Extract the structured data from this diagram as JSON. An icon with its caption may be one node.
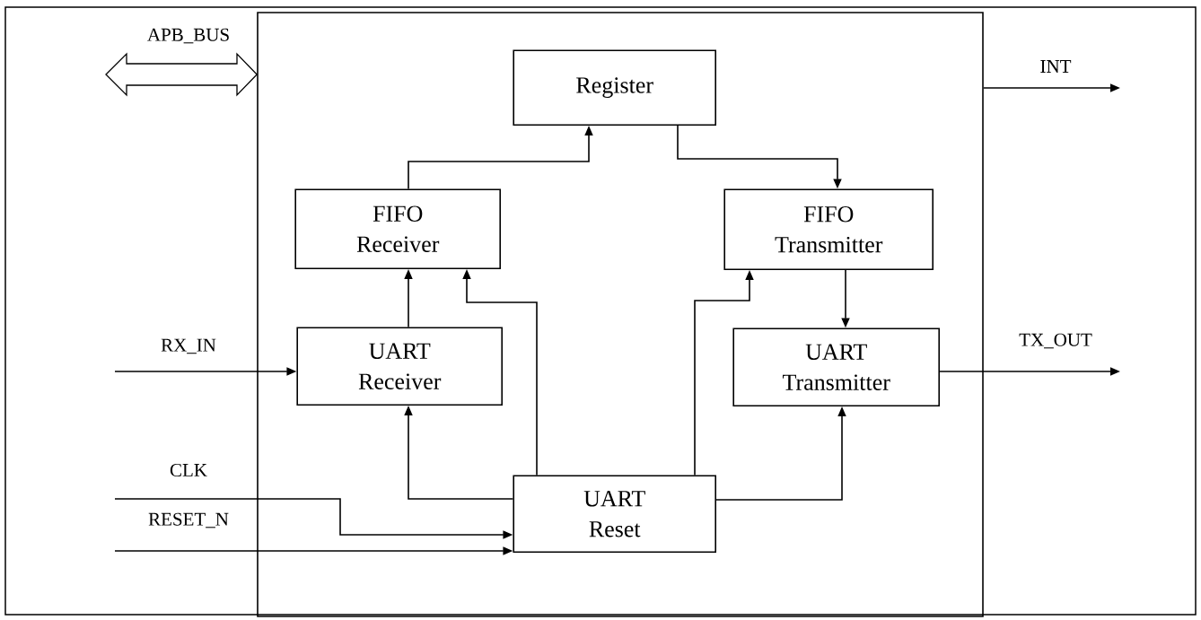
{
  "diagram": {
    "nodes": [
      {
        "text": [],
        "shape": "box"
      },
      {
        "text": [
          "Register"
        ],
        "in": 0
      },
      {
        "text": [
          "FIFO Receiver"
        ],
        "in": 0
      },
      {
        "text": [
          "FIFO Transmitter"
        ],
        "in": 0
      },
      {
        "text": [
          "UART Receiver"
        ],
        "in": 0
      },
      {
        "text": [
          "UART Transmitter"
        ],
        "in": 0
      },
      {
        "text": [
          "UART Reset"
        ],
        "in": 0
      }
    ],
    "edges": [
      {
        "from": null,
        "to": 0,
        "arrow": "both",
        "label": "APB_BUS",
        "style": "thick"
      },
      {
        "from": 0,
        "to": null,
        "arrow": "to",
        "label": "INT"
      },
      {
        "from": null,
        "to": 4,
        "arrow": "to",
        "label": "RX_IN"
      },
      {
        "from": 5,
        "to": null,
        "arrow": "to",
        "label": "TX_OUT"
      },
      {
        "from": null,
        "to": 6,
        "arrow": "to",
        "label": "CLK"
      },
      {
        "from": null,
        "to": 6,
        "arrow": "to",
        "label": "RESET_N"
      },
      {
        "from": 4,
        "to": 2,
        "arrow": "to"
      },
      {
        "from": 2,
        "to": 1,
        "arrow": "to"
      },
      {
        "from": 1,
        "to": 3,
        "arrow": "to"
      },
      {
        "from": 3,
        "to": 5,
        "arrow": "to"
      },
      {
        "from": 6,
        "to": 4,
        "arrow": "to"
      },
      {
        "from": 6,
        "to": 2,
        "arrow": "to"
      },
      {
        "from": 6,
        "to": 3,
        "arrow": "to"
      },
      {
        "from": 6,
        "to": 5,
        "arrow": "to"
      }
    ]
  }
}
